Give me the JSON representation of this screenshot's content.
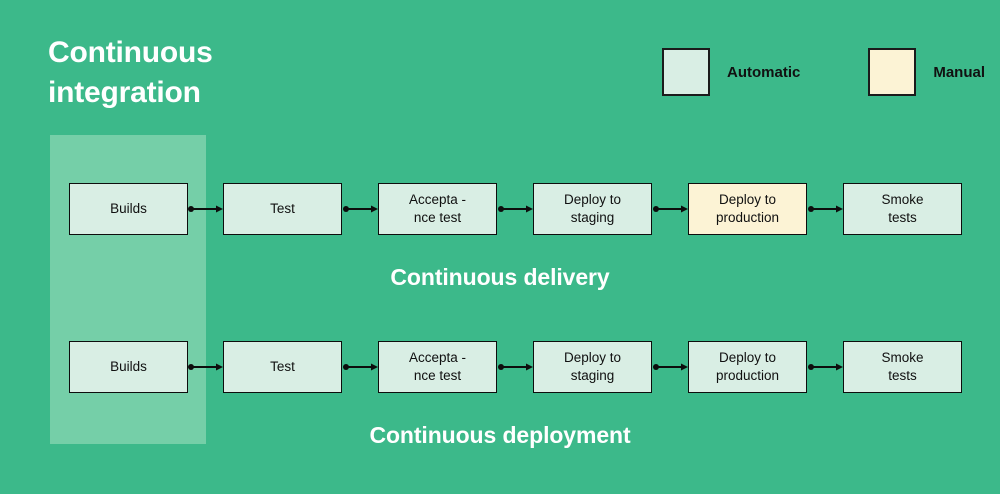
{
  "colors": {
    "background": "#3cb98a",
    "band": "#75cfa8",
    "automatic_fill": "#d9eee4",
    "manual_fill": "#fcf3d5",
    "stroke": "#0d0d0d",
    "title_text": "#ffffff",
    "node_text": "#101010"
  },
  "title": {
    "text": "Continuous\nintegration"
  },
  "legend": {
    "items": [
      {
        "label": "Automatic",
        "type": "automatic"
      },
      {
        "label": "Manual",
        "type": "manual"
      }
    ]
  },
  "pipelines": [
    {
      "caption": "Continuous delivery",
      "nodes": [
        {
          "label": "Builds",
          "type": "automatic"
        },
        {
          "label": "Test",
          "type": "automatic"
        },
        {
          "label": "Accepta -\nnce test",
          "type": "automatic"
        },
        {
          "label": "Deploy to\nstaging",
          "type": "automatic"
        },
        {
          "label": "Deploy to\nproduction",
          "type": "manual"
        },
        {
          "label": "Smoke\ntests",
          "type": "automatic"
        }
      ]
    },
    {
      "caption": "Continuous deployment",
      "nodes": [
        {
          "label": "Builds",
          "type": "automatic"
        },
        {
          "label": "Test",
          "type": "automatic"
        },
        {
          "label": "Accepta -\nnce test",
          "type": "automatic"
        },
        {
          "label": "Deploy to\nstaging",
          "type": "automatic"
        },
        {
          "label": "Deploy to\nproduction",
          "type": "automatic"
        },
        {
          "label": "Smoke\ntests",
          "type": "automatic"
        }
      ]
    }
  ]
}
